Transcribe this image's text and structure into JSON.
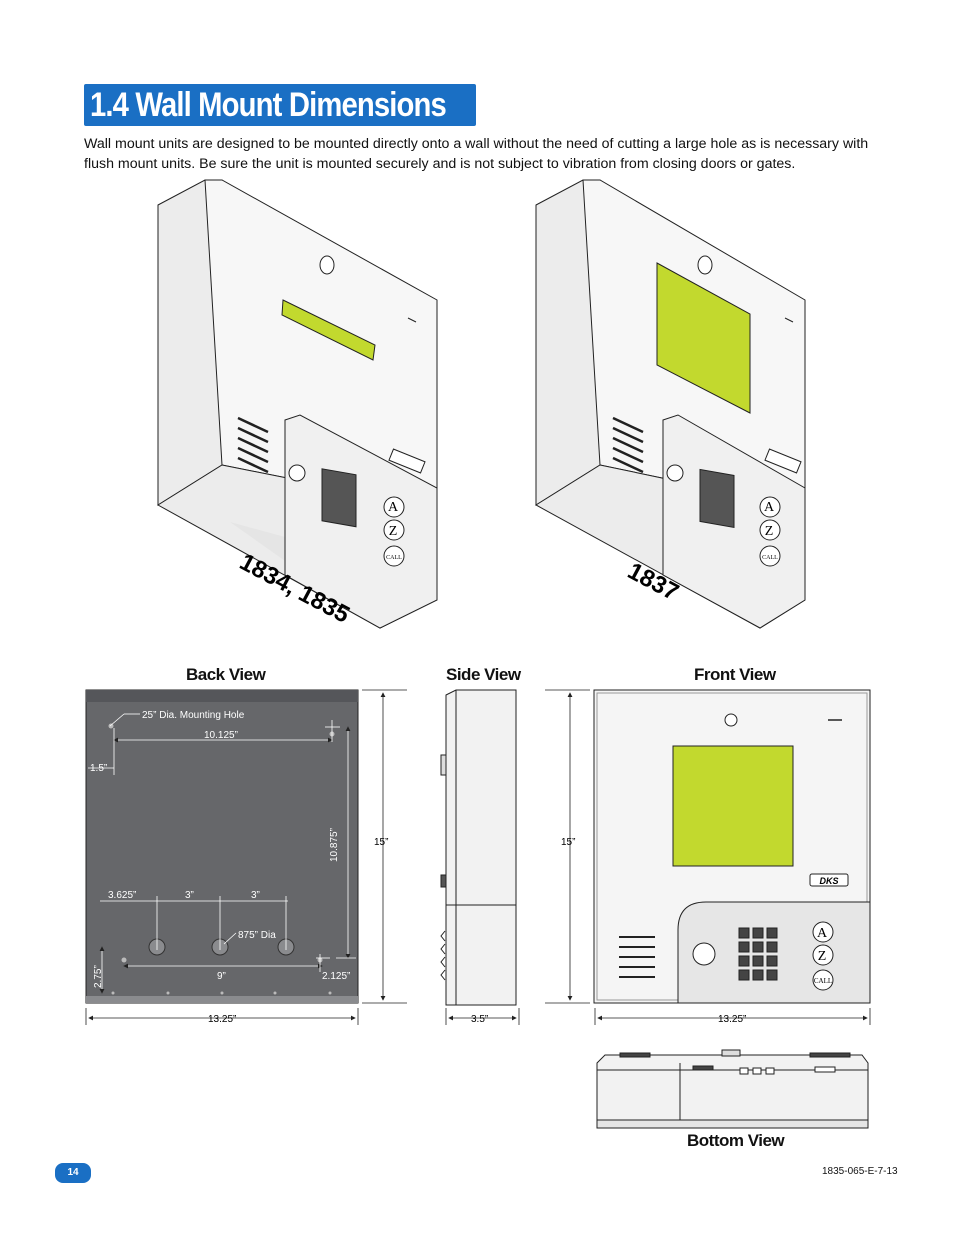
{
  "header": {
    "title": "1.4 Wall Mount Dimensions"
  },
  "intro": {
    "text": "Wall mount units are designed to be mounted directly onto a wall without the need of cutting a large hole as is necessary with flush mount units. Be sure the unit is mounted securely and is not subject to vibration from closing doors or gates."
  },
  "models": {
    "left": "1834, 1835",
    "right": "1837"
  },
  "keypad": {
    "a": "A",
    "z": "Z",
    "call": "CALL",
    "brand": "DKS"
  },
  "views": {
    "back": "Back View",
    "side": "Side View",
    "front": "Front View",
    "bottom": "Bottom View"
  },
  "back_dims": {
    "hole": "25” Dia. Mounting Hole",
    "d10125": "10.125”",
    "d15": "1.5”",
    "d10875": "10.875”",
    "height": "15”",
    "d3625": "3.625”",
    "d3a": "3”",
    "d3b": "3”",
    "d875": "875” Dia",
    "d275": "2.75”",
    "d9": "9”",
    "d2125": "2.125”",
    "width": "13.25”"
  },
  "side_dims": {
    "depth": "3.5”"
  },
  "front_dims": {
    "height": "15”",
    "width": "13.25”"
  },
  "colors": {
    "accent": "#1a6fc4",
    "display": "#c2d92e",
    "back_panel": "#66676a"
  },
  "footer": {
    "page": "14",
    "doc_code": "1835-065-E-7-13"
  }
}
